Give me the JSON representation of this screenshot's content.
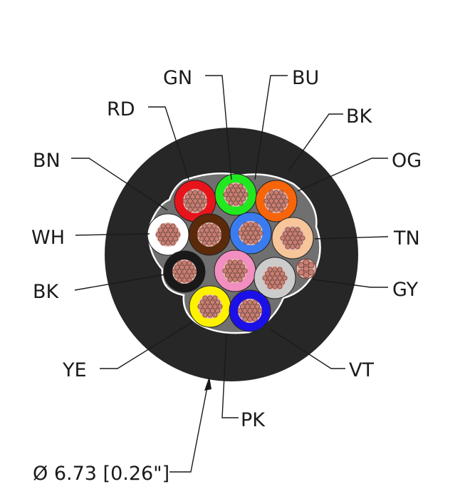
{
  "labels": {
    "gn": "GN",
    "bu": "BU",
    "rd": "RD",
    "bk_top": "BK",
    "bn": "BN",
    "og": "OG",
    "wh": "WH",
    "tn": "TN",
    "bk_left": "BK",
    "gy": "GY",
    "ye": "YE",
    "vt": "VT",
    "pk": "PK"
  },
  "dimension": "Ø 6.73 [0.26\"]",
  "colors": {
    "jacket": "#272727",
    "filler": "#707070",
    "rd": "#e8141b",
    "gn": "#22e81f",
    "og": "#f7650a",
    "wh": "#ffffff",
    "bn": "#5a2a0a",
    "bu": "#3a7cf0",
    "tn": "#f6c59a",
    "bk": "#191919",
    "pk": "#f28ec0",
    "gy": "#cccccc",
    "ye": "#fff200",
    "vt": "#1c10e8",
    "copper": "#c97f73"
  }
}
